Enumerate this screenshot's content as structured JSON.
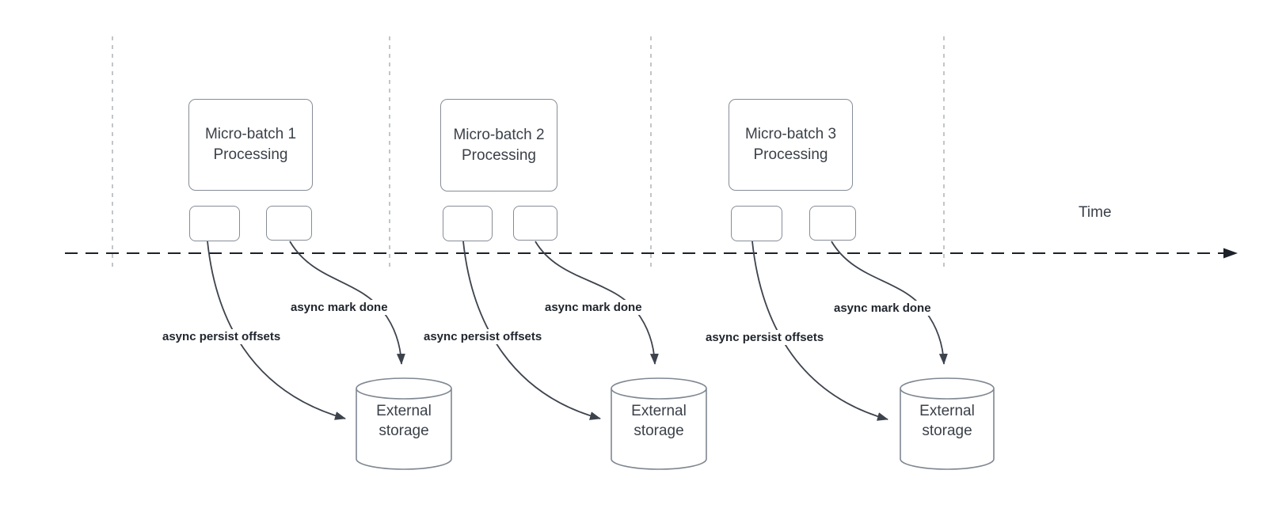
{
  "time_axis": {
    "label": "Time"
  },
  "batches": [
    {
      "box_line1": "Micro-batch 1",
      "box_line2": "Processing",
      "persist_label": "async persist offsets",
      "done_label": "async mark done",
      "storage_line1": "External",
      "storage_line2": "storage"
    },
    {
      "box_line1": "Micro-batch 2",
      "box_line2": "Processing",
      "persist_label": "async persist offsets",
      "done_label": "async mark done",
      "storage_line1": "External",
      "storage_line2": "storage"
    },
    {
      "box_line1": "Micro-batch 3",
      "box_line2": "Processing",
      "persist_label": "async persist offsets",
      "done_label": "async mark done",
      "storage_line1": "External",
      "storage_line2": "storage"
    }
  ],
  "colors": {
    "arrow_curve": "#3d434d",
    "timeline": "#1d2129",
    "shape_border": "#868d97",
    "guide_line": "#b4b7ba",
    "text": "#3b4149"
  }
}
